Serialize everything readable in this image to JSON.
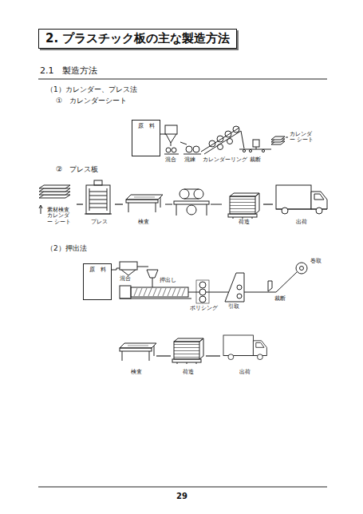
{
  "diagram": {
    "title": "2. プラスチック板の主な製造方法",
    "nodes": [
      {
        "text": [
          "原　料"
        ]
      },
      {
        "text": [
          "素材検査 カレンダー シート"
        ]
      },
      {
        "text": [
          "プレス"
        ]
      },
      {
        "text": [
          "検査"
        ]
      },
      {
        "text": [
          "荷造"
        ]
      },
      {
        "text": [
          "出荷"
        ]
      },
      {
        "text": [
          "原　料"
        ]
      },
      {
        "text": [
          "検査"
        ]
      },
      {
        "text": [
          "荷造"
        ]
      },
      {
        "text": [
          "出荷"
        ]
      }
    ],
    "edges": [
      {
        "from": 1,
        "to": 2,
        "arrow": "none"
      },
      {
        "from": 2,
        "to": 3,
        "arrow": "none"
      },
      {
        "from": 4,
        "to": 5,
        "arrow": "none"
      },
      {
        "from": 7,
        "to": 8,
        "arrow": "none"
      },
      {
        "from": 8,
        "to": 9,
        "arrow": "none"
      }
    ],
    "labels": [
      "2.1　製造方法",
      "（1）カレンダー、プレス法",
      "①　カレンダーシート",
      "②　プレス板",
      "（2）押出法",
      "混合",
      "混練",
      "カレンダーリング",
      "裁断",
      "カレンダー シート",
      "混合",
      "押出し",
      "ポリシング",
      "引取",
      "巻取",
      "裁断",
      "29"
    ]
  }
}
